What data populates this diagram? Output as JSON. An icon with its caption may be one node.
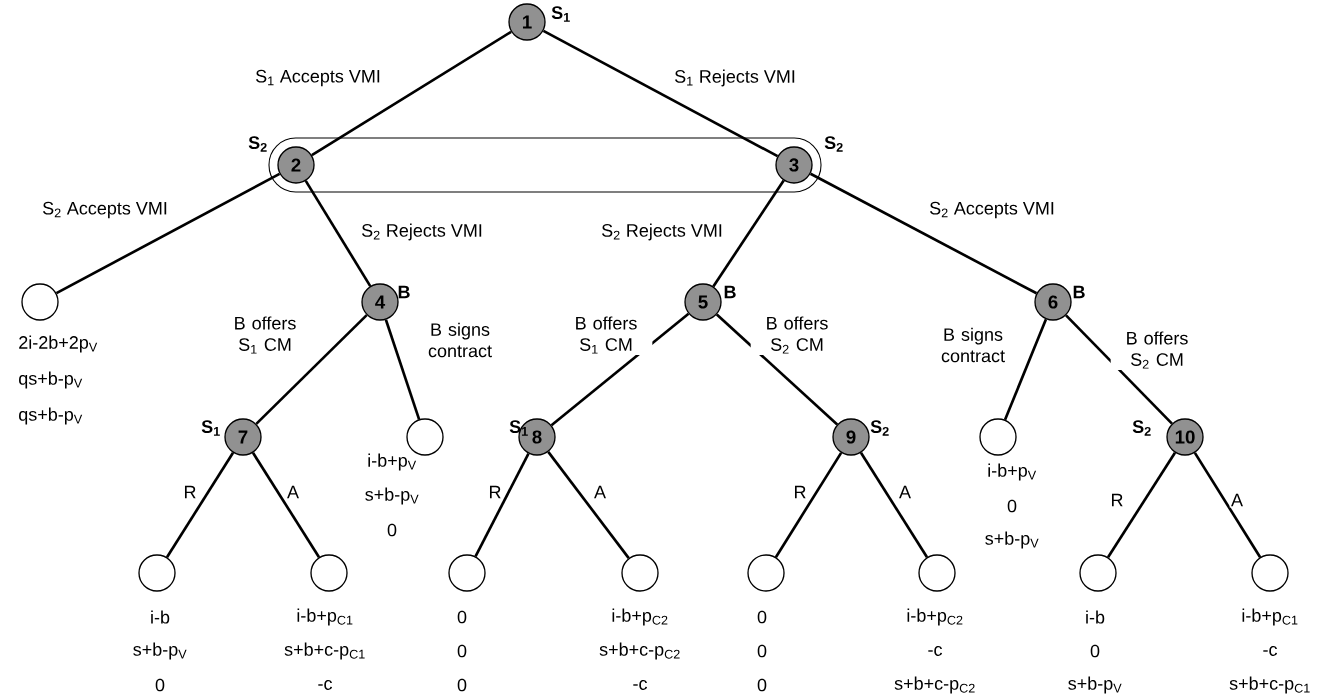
{
  "diagram": {
    "nodes": [
      {
        "text": [
          "1"
        ],
        "beside": [
          "S$_{1}$"
        ]
      },
      {
        "text": [],
        "shape": "box"
      },
      {
        "text": [
          "2"
        ],
        "in": 1,
        "beside": [
          "S$_{2}$"
        ]
      },
      {
        "text": [
          "3"
        ],
        "in": 1,
        "beside": [
          "S$_{2}$"
        ]
      },
      {
        "text": [],
        "shape": "circle",
        "beside": [
          "2i-2b+2p$_{V}$",
          "qs+b-p$_{V}$",
          "qs+b-p$_{V}$"
        ]
      },
      {
        "text": [
          "4"
        ],
        "beside": [
          "B"
        ]
      },
      {
        "text": [
          "5"
        ],
        "beside": [
          "B"
        ]
      },
      {
        "text": [
          "6"
        ],
        "beside": [
          "B"
        ]
      },
      {
        "text": [
          "7"
        ],
        "beside": [
          "S$_{1}$"
        ]
      },
      {
        "text": [],
        "shape": "circle",
        "beside": [
          "i-b+p$_{V}$",
          "s+b-p$_{V}$",
          "0"
        ]
      },
      {
        "text": [
          "8"
        ],
        "beside": [
          "S$_{1}$"
        ]
      },
      {
        "text": [
          "9"
        ],
        "beside": [
          "S$_{2}$"
        ]
      },
      {
        "text": [],
        "shape": "circle",
        "beside": [
          "i-b+p$_{V}$",
          "0",
          "s+b-p$_{V}$"
        ]
      },
      {
        "text": [
          "10"
        ],
        "beside": [
          "S$_{2}$"
        ]
      },
      {
        "text": [],
        "shape": "circle",
        "beside": [
          "i-b",
          "s+b-p$_{V}$",
          "0"
        ]
      },
      {
        "text": [],
        "shape": "circle",
        "beside": [
          "i-b+p$_{C1}$",
          "s+b+c-p$_{C1}$",
          "-c"
        ]
      },
      {
        "text": [],
        "shape": "circle",
        "beside": [
          "0",
          "0",
          "0"
        ]
      },
      {
        "text": [],
        "shape": "circle",
        "beside": [
          "i-b+p$_{C2}$",
          "s+b+c-p$_{C2}$",
          "-c"
        ]
      },
      {
        "text": [],
        "shape": "circle",
        "beside": [
          "0",
          "0",
          "0"
        ]
      },
      {
        "text": [],
        "shape": "circle",
        "beside": [
          "i-b+p$_{C2}$",
          "-c",
          "s+b+c-p$_{C2}$"
        ]
      },
      {
        "text": [],
        "shape": "circle",
        "beside": [
          "i-b",
          "0",
          "s+b-p$_{V}$"
        ]
      },
      {
        "text": [],
        "shape": "circle",
        "beside": [
          "i-b+p$_{C1}$",
          "-c",
          "s+b+c-p$_{C1}$"
        ]
      }
    ],
    "edges": [
      {
        "from": 0,
        "to": 2,
        "arrow": "none",
        "label": "S$_{1}$ Accepts VMI"
      },
      {
        "from": 0,
        "to": 3,
        "arrow": "none",
        "label": "S$_{1}$ Rejects VMI"
      },
      {
        "from": 2,
        "to": 4,
        "arrow": "none",
        "label": "S$_{2}$ Accepts VMI"
      },
      {
        "from": 2,
        "to": 5,
        "arrow": "none",
        "label": "S$_{2}$ Rejects VMI"
      },
      {
        "from": 3,
        "to": 6,
        "arrow": "none",
        "label": "S$_{2}$ Rejects VMI"
      },
      {
        "from": 3,
        "to": 7,
        "arrow": "none",
        "label": "S$_{2}$ Accepts VMI"
      },
      {
        "from": 5,
        "to": 8,
        "arrow": "none",
        "label": "B offers S$_{1}$ CM"
      },
      {
        "from": 5,
        "to": 9,
        "arrow": "none",
        "label": "B signs contract"
      },
      {
        "from": 6,
        "to": 10,
        "arrow": "none",
        "label": "B offers S$_{1}$ CM"
      },
      {
        "from": 6,
        "to": 11,
        "arrow": "none",
        "label": "B offers S$_{2}$ CM"
      },
      {
        "from": 7,
        "to": 12,
        "arrow": "none",
        "label": "B signs contract"
      },
      {
        "from": 7,
        "to": 13,
        "arrow": "none",
        "label": "B offers S$_{2}$ CM"
      },
      {
        "from": 8,
        "to": 14,
        "arrow": "none",
        "label": "R"
      },
      {
        "from": 8,
        "to": 15,
        "arrow": "none",
        "label": "A"
      },
      {
        "from": 10,
        "to": 16,
        "arrow": "none",
        "label": "R"
      },
      {
        "from": 10,
        "to": 17,
        "arrow": "none",
        "label": "A"
      },
      {
        "from": 11,
        "to": 18,
        "arrow": "none",
        "label": "R"
      },
      {
        "from": 11,
        "to": 19,
        "arrow": "none",
        "label": "A"
      },
      {
        "from": 13,
        "to": 20,
        "arrow": "none",
        "label": "R"
      },
      {
        "from": 13,
        "to": 21,
        "arrow": "none",
        "label": "A"
      }
    ]
  }
}
